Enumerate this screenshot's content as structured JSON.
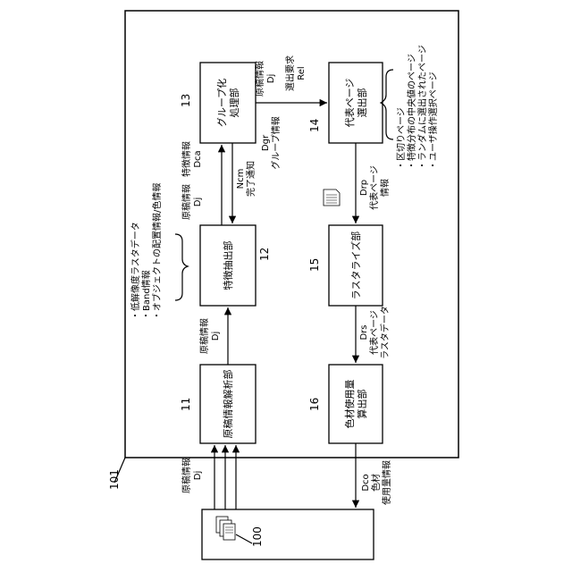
{
  "system_ref": "101",
  "source_ref": "100",
  "blocks": {
    "analysis": {
      "num": "11",
      "lines": [
        "原稿情報解析部"
      ]
    },
    "extract": {
      "num": "12",
      "lines": [
        "特徴抽出部"
      ]
    },
    "group": {
      "num": "13",
      "lines": [
        "グループ化",
        "処理部"
      ]
    },
    "rep": {
      "num": "14",
      "lines": [
        "代表ページ",
        "選出部"
      ]
    },
    "raster": {
      "num": "15",
      "lines": [
        "ラスタライズ部"
      ]
    },
    "colorcalc": {
      "num": "16",
      "lines": [
        "色材使用量",
        "算出部"
      ]
    }
  },
  "labels": {
    "input_dj": [
      "原稿情報",
      "Dj"
    ],
    "dj_11_12": [
      "原稿情報",
      "Dj"
    ],
    "features": [
      "・低解像度ラスタデータ",
      "・Band情報",
      "・オブジェクトの配置情報/色情報"
    ],
    "dj_12_13": [
      "原稿情報",
      "Dj"
    ],
    "dca": [
      "特徴情報",
      "Dca"
    ],
    "ncm": [
      "Ncm",
      "完了通知"
    ],
    "dj_13_14": [
      "原稿情報",
      "Dj"
    ],
    "rel": [
      "選出要求",
      "Rel"
    ],
    "dgr": [
      "Dgr",
      "グループ情報"
    ],
    "pages": [
      "・区切りページ",
      "・特徴分布の中央値のページ",
      "・ランダムに選出されたページ",
      "・ユーザ操作選択ページ"
    ],
    "drp": [
      "Drp",
      "代表ページ",
      "情報"
    ],
    "drs": [
      "Drs",
      "代表ページ",
      "ラスタデータ"
    ],
    "dco": [
      "Dco",
      "色材",
      "使用量情報"
    ]
  }
}
